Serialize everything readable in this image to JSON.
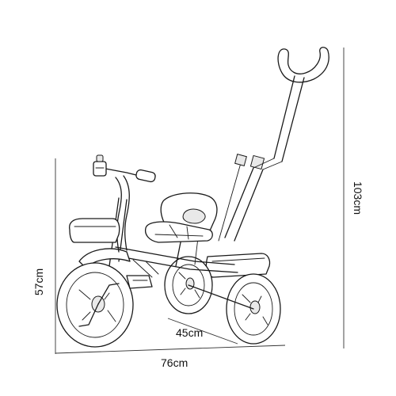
{
  "dimensions": {
    "width": "76cm",
    "seat_height": "57cm",
    "total_height": "103cm",
    "rear_width": "45cm"
  }
}
